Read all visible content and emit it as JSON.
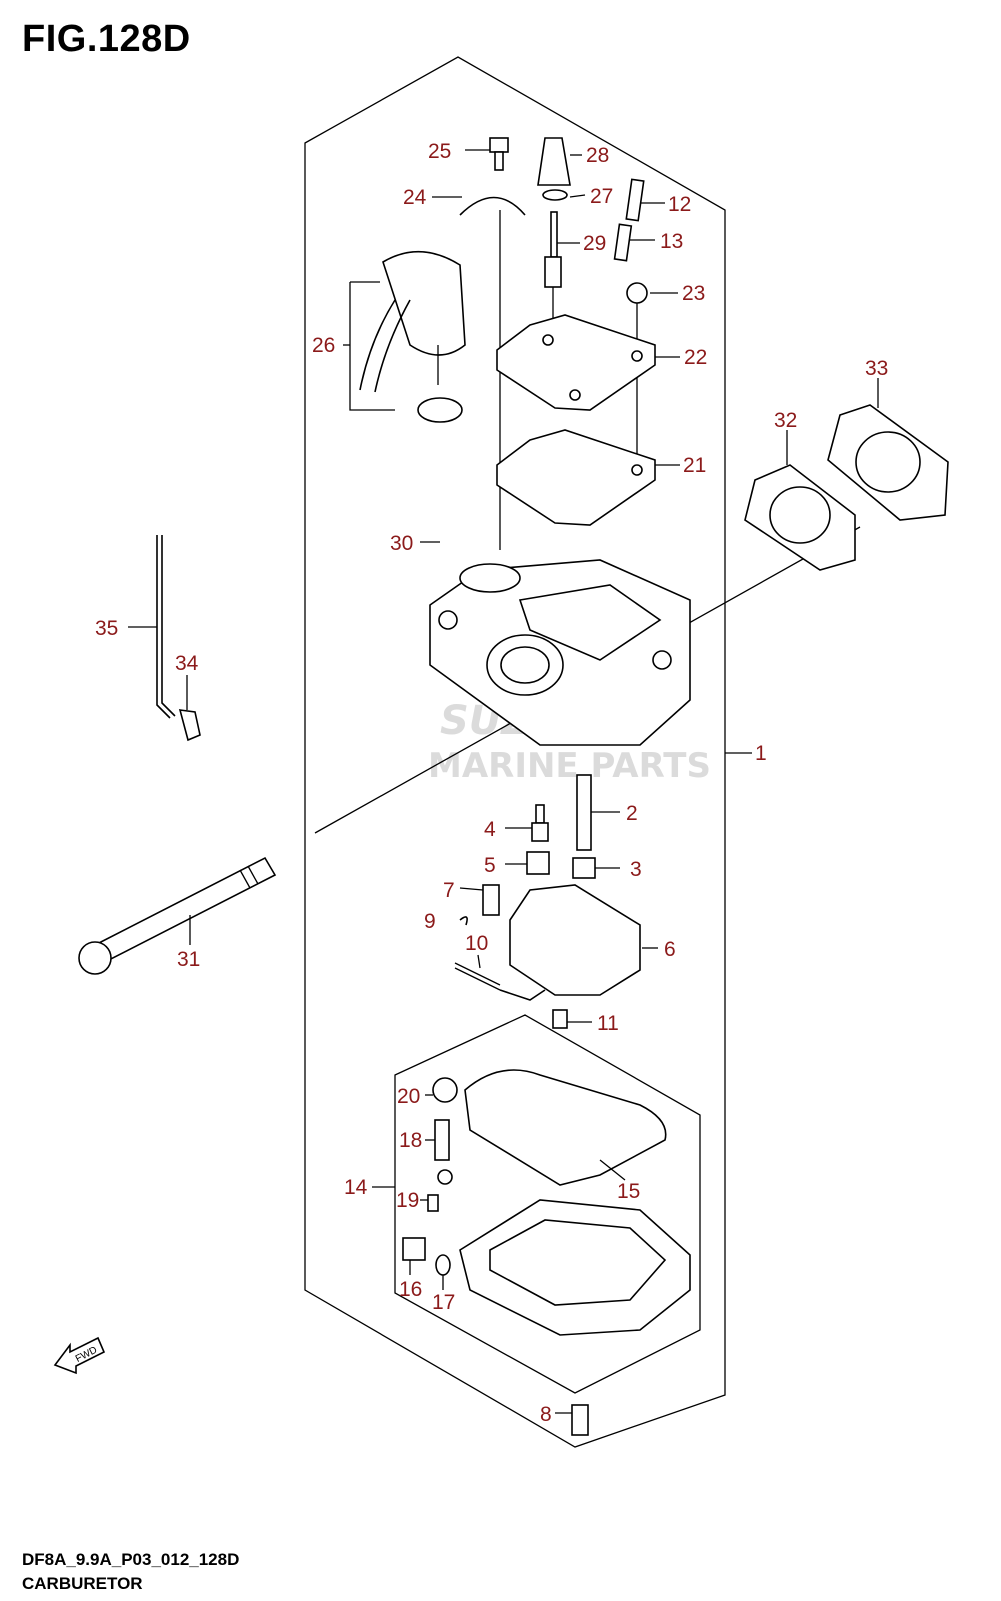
{
  "figure": {
    "title": "FIG.128D",
    "code": "DF8A_9.9A_P03_012_128D",
    "name": "CARBURETOR",
    "fwd_label": "FWD"
  },
  "watermark": {
    "line1": "SUZUKI",
    "line2": "MARINE PARTS"
  },
  "callouts": {
    "c1": "1",
    "c2": "2",
    "c3": "3",
    "c4": "4",
    "c5": "5",
    "c6": "6",
    "c7": "7",
    "c8": "8",
    "c9": "9",
    "c10": "10",
    "c11": "11",
    "c12": "12",
    "c13": "13",
    "c14": "14",
    "c15": "15",
    "c16": "16",
    "c17": "17",
    "c18": "18",
    "c19": "19",
    "c20": "20",
    "c21": "21",
    "c22": "22",
    "c23": "23",
    "c24": "24",
    "c25": "25",
    "c26": "26",
    "c27": "27",
    "c28": "28",
    "c29": "29",
    "c30": "30",
    "c31": "31",
    "c32": "32",
    "c33": "33",
    "c34": "34",
    "c35": "35"
  },
  "colors": {
    "callout": "#8b1a1a",
    "linework": "#000000",
    "watermark": "#bfbfbf"
  }
}
